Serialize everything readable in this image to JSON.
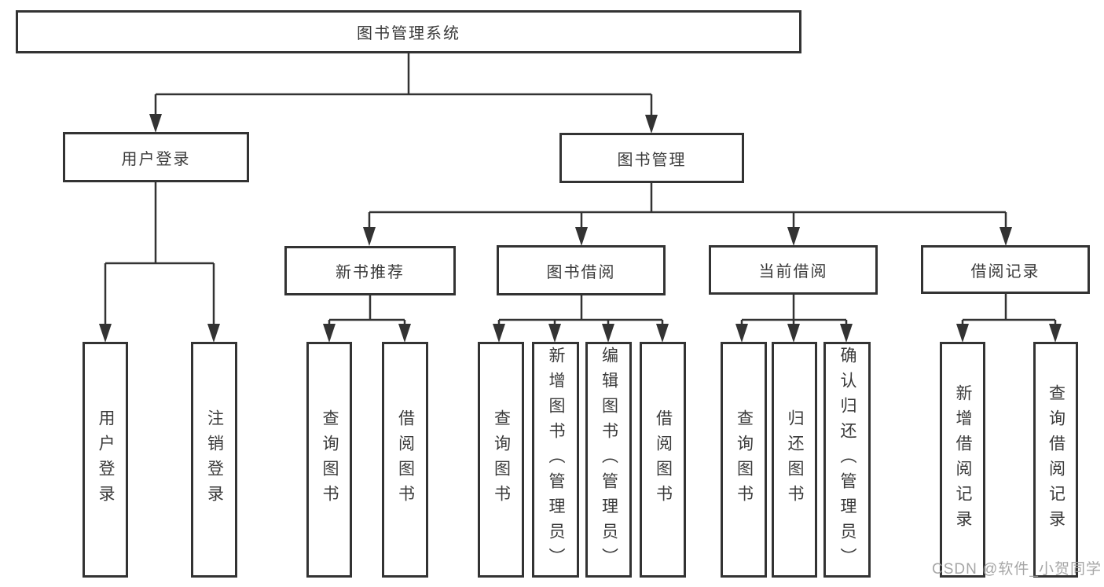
{
  "title": "图书管理系统",
  "tree": {
    "user_login": {
      "label": "用户登录",
      "children": {
        "login": {
          "label": "用户登录"
        },
        "logout": {
          "label": "注销登录"
        }
      }
    },
    "book_mgmt": {
      "label": "图书管理",
      "children": {
        "new_book_rec": {
          "label": "新书推荐",
          "children": {
            "search_books": {
              "label": "查询图书"
            },
            "borrow_books": {
              "label": "借阅图书"
            }
          }
        },
        "book_borrow": {
          "label": "图书借阅",
          "children": {
            "search_books": {
              "label": "查询图书"
            },
            "add_books": {
              "label": "新增图书（管理员）"
            },
            "edit_books": {
              "label": "编辑图书（管理员）"
            },
            "borrow_books": {
              "label": "借阅图书"
            }
          }
        },
        "current_borrow": {
          "label": "当前借阅",
          "children": {
            "search_books": {
              "label": "查询图书"
            },
            "return_books": {
              "label": "归还图书"
            },
            "confirm_return": {
              "label": "确认归还（管理员）"
            }
          }
        },
        "borrow_records": {
          "label": "借阅记录",
          "children": {
            "add_record": {
              "label": "新增借阅记录"
            },
            "search_record": {
              "label": "查询借阅记录"
            }
          }
        }
      }
    }
  },
  "colors": {
    "line": "#333333",
    "text": "#3a3a3a",
    "watermark": "#9e9e9e"
  },
  "watermark": "CSDN @软件_小贺同学"
}
